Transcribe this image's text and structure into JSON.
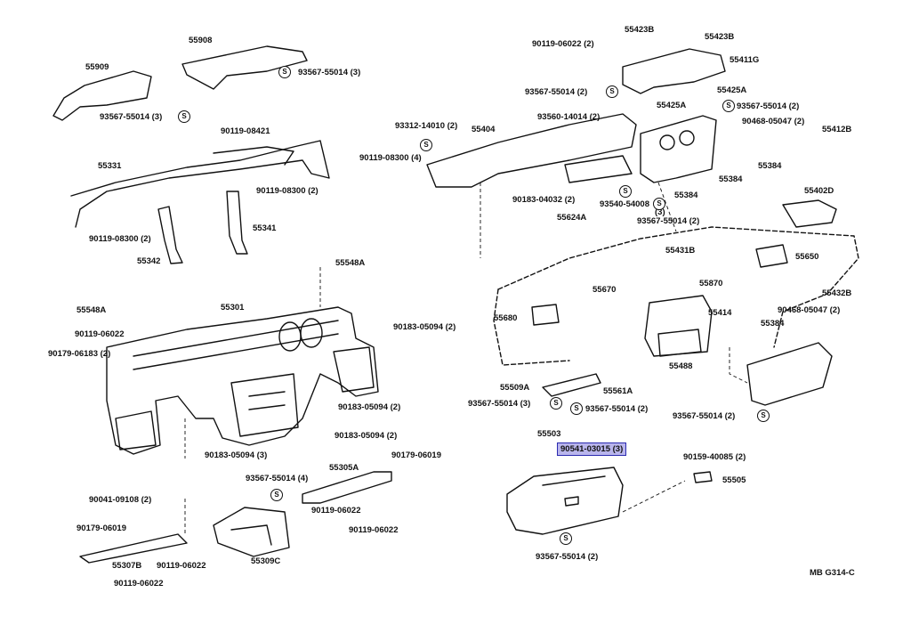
{
  "diagram_code": "MB G314-C",
  "screw_symbol": "S",
  "highlighted_part": "90541-03015 (3)",
  "labels": [
    "55908",
    "55909",
    "93567-55014 (3)",
    "93567-55014 (3)",
    "90119-08421",
    "55331",
    "90119-08300 (4)",
    "90119-08300 (2)",
    "90119-08300 (2)",
    "55341",
    "55342",
    "55548A",
    "55301",
    "55548A",
    "90119-06022",
    "90179-06183 (2)",
    "90183-05094 (2)",
    "90183-05094 (2)",
    "90183-05094 (2)",
    "90183-05094 (3)",
    "90179-06019",
    "93567-55014 (4)",
    "55305A",
    "90119-06022",
    "90119-06022",
    "90041-09108 (2)",
    "90179-06019",
    "55307B",
    "90119-06022",
    "90119-06022",
    "55309C",
    "90119-06022 (2)",
    "55423B",
    "55423B",
    "55411G",
    "93567-55014 (2)",
    "55425A",
    "55425A",
    "93567-55014 (2)",
    "93560-14014 (2)",
    "90468-05047 (2)",
    "55412B",
    "93312-14010 (2)",
    "55404",
    "55384",
    "55384",
    "55384",
    "90183-04032 (2)",
    "93540-54008",
    "(3)",
    "55624A",
    "93567-55014 (2)",
    "55402D",
    "55431B",
    "55650",
    "55670",
    "55870",
    "55680",
    "55414",
    "55432B",
    "90468-05047 (2)",
    "55384",
    "55488",
    "55509A",
    "55561A",
    "93567-55014 (3)",
    "93567-55014 (2)",
    "93567-55014 (2)",
    "55503",
    "90159-40085 (2)",
    "55505",
    "93567-55014 (2)"
  ]
}
